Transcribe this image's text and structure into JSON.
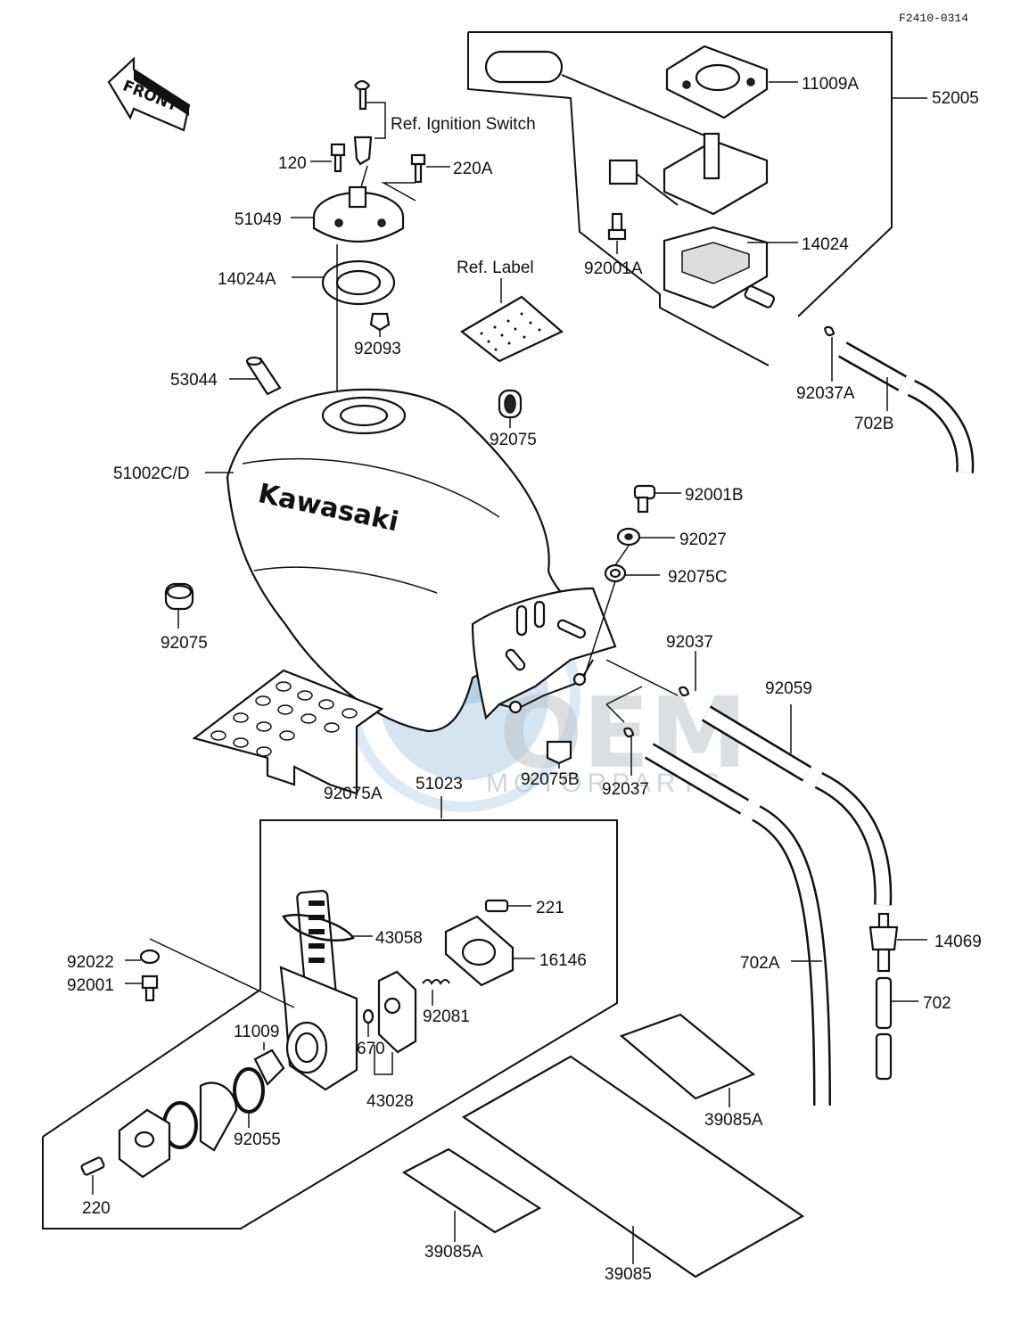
{
  "diagram_code": "F2410-0314",
  "front_label": "FRONT",
  "brand_text": "Kawasaki",
  "watermark": {
    "line1": "OEM",
    "line2": "MOTORPARTS",
    "color": "#9fc4de"
  },
  "refs": {
    "ignition": "Ref. Ignition  Switch",
    "label": "Ref. Label"
  },
  "parts": {
    "p11009A": "11009A",
    "p52005": "52005",
    "p14024": "14024",
    "p92001A": "92001A",
    "p92037A": "92037A",
    "p702B": "702B",
    "p120": "120",
    "p220A": "220A",
    "p51049": "51049",
    "p14024A": "14024A",
    "p92093": "92093",
    "p53044": "53044",
    "p92075_top": "92075",
    "p51002CD": "51002C/D",
    "p92001B": "92001B",
    "p92027": "92027",
    "p92075C": "92075C",
    "p92075_left": "92075",
    "p92037_upper": "92037",
    "p92059": "92059",
    "p92075A": "92075A",
    "p51023": "51023",
    "p92075B": "92075B",
    "p92037_lower": "92037",
    "p221": "221",
    "p43058": "43058",
    "p16146": "16146",
    "p92022": "92022",
    "p92001": "92001",
    "p92081": "92081",
    "p14069": "14069",
    "p702A": "702A",
    "p11009": "11009",
    "p670": "670",
    "p702": "702",
    "p43028": "43028",
    "p92055": "92055",
    "p39085A_right": "39085A",
    "p220": "220",
    "p39085A_left": "39085A",
    "p39085": "39085"
  }
}
